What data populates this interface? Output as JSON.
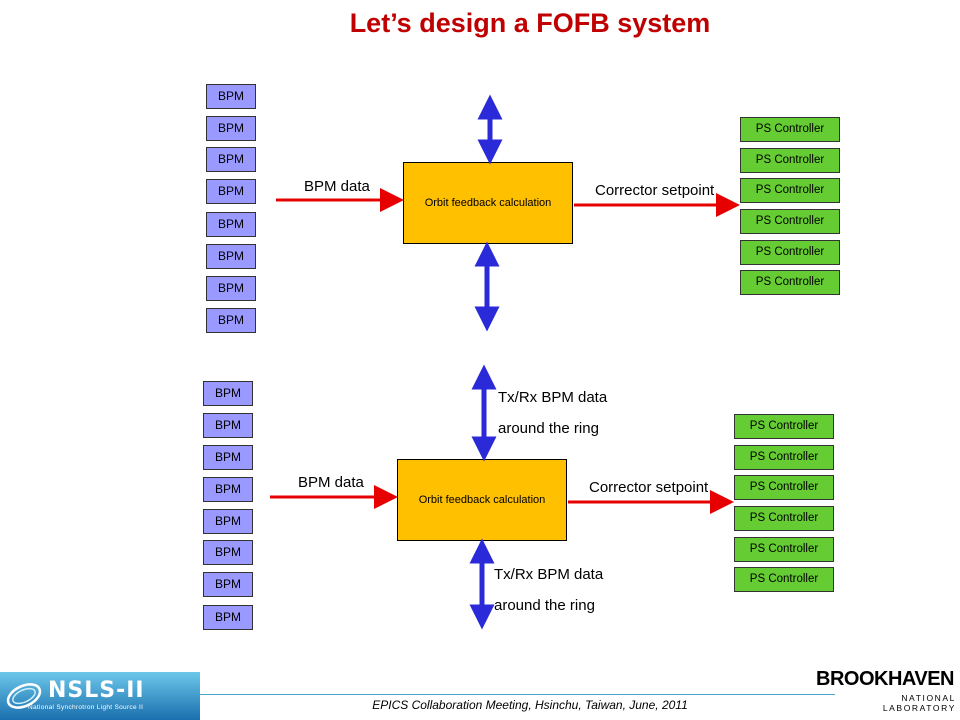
{
  "title": "Let’s design a FOFB system",
  "bpm_label": "BPM",
  "ps_label": "PS Controller",
  "top": {
    "calc": "Orbit feedback calculation",
    "in_label": "BPM data",
    "out_label": "Corrector setpoint"
  },
  "bottom": {
    "calc": "Orbit feedback calculation",
    "in_label": "BPM data",
    "out_label": "Corrector setpoint",
    "upper_line1": "Tx/Rx BPM data",
    "upper_line2": "around the ring",
    "lower_line1": "Tx/Rx BPM data",
    "lower_line2": "around the ring"
  },
  "footer": {
    "text": "EPICS Collaboration Meeting, Hsinchu, Taiwan, June, 2011",
    "nsls": "NSLS-II",
    "nsls_sub": "National Synchrotron Light Source II",
    "bnl_top": "BROOKHAVEN",
    "bnl_bottom": "NATIONAL LABORATORY"
  },
  "colors": {
    "title": "#c00000",
    "bpm_box": "#9999ff",
    "ps_box": "#66cc33",
    "calc_box": "#ffc000",
    "data_arrow": "#e60000",
    "bidir_arrow": "#2a2ad9"
  }
}
